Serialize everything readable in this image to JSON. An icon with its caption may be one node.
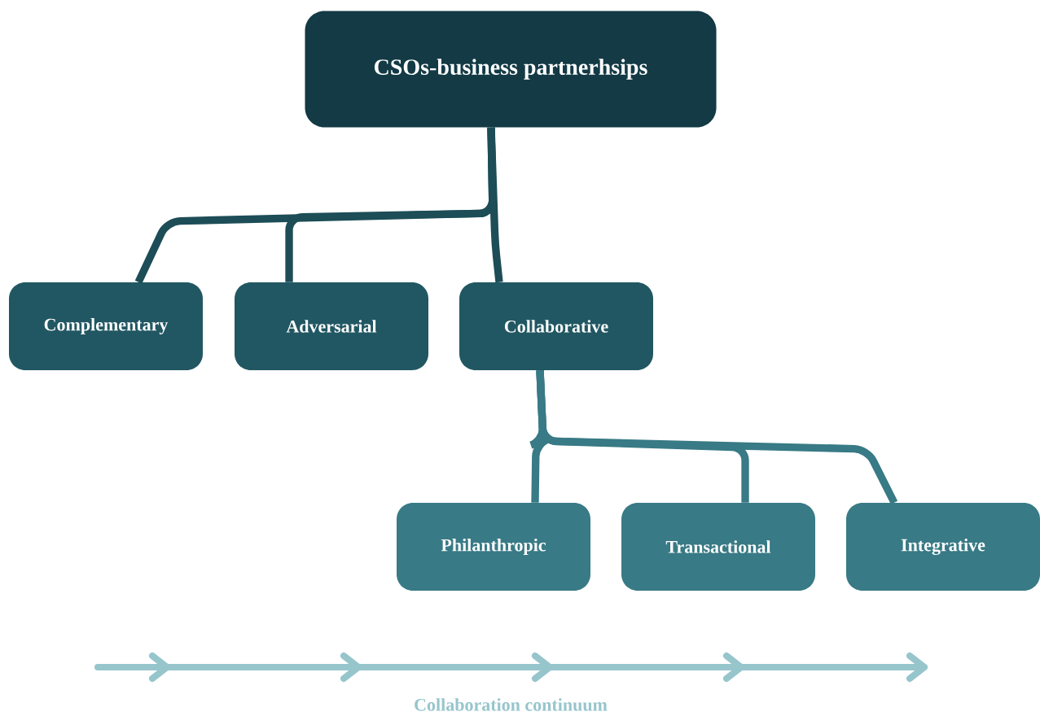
{
  "diagram": {
    "nodes": [
      {
        "text": [
          "CSOs-business partnerhsips"
        ]
      },
      {
        "text": [
          "Complementary"
        ]
      },
      {
        "text": [
          "Adversarial"
        ]
      },
      {
        "text": [
          "Collaborative"
        ]
      },
      {
        "text": [
          "Philanthropic"
        ]
      },
      {
        "text": [
          "Transactional"
        ]
      },
      {
        "text": [
          "Integrative"
        ]
      }
    ],
    "edges": [
      {
        "from": 0,
        "to": 1,
        "arrow": "none"
      },
      {
        "from": 0,
        "to": 2,
        "arrow": "none"
      },
      {
        "from": 0,
        "to": 3,
        "arrow": "none"
      },
      {
        "from": 3,
        "to": 4,
        "arrow": "none",
        "color": "#387a85"
      },
      {
        "from": 3,
        "to": 5,
        "arrow": "none",
        "color": "#387a85"
      },
      {
        "from": 3,
        "to": 6,
        "arrow": "none",
        "color": "#387a85"
      }
    ],
    "labels": [
      "Collaboration continuum"
    ]
  }
}
